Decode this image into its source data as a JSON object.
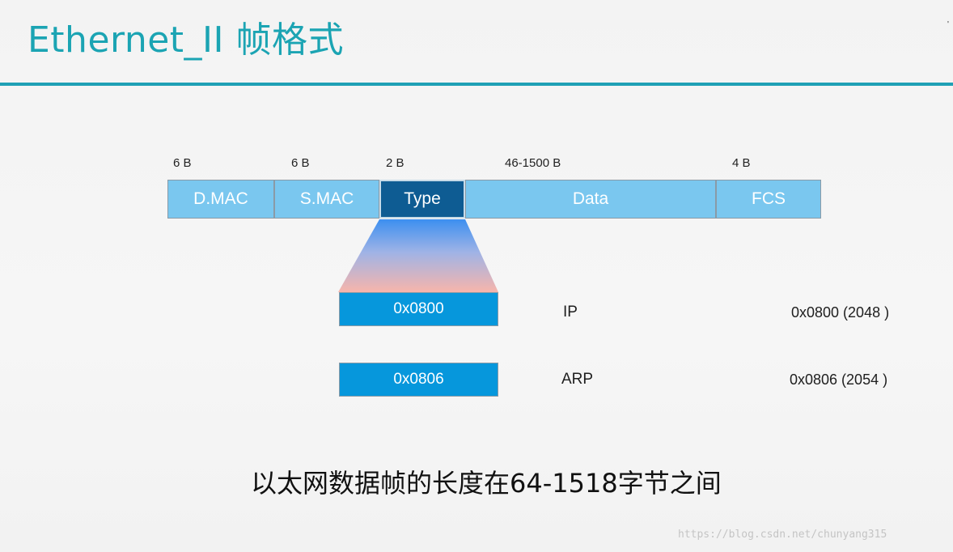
{
  "slide": {
    "title": "Ethernet_II 帧格式",
    "footer": "以太网数据帧的长度在64-1518字节之间",
    "watermark": "https://blog.csdn.net/chunyang315",
    "corner_mark": "'"
  },
  "frame": {
    "fields": [
      {
        "size": "6 B",
        "name": "D.MAC"
      },
      {
        "size": "6 B",
        "name": "S.MAC"
      },
      {
        "size": "2 B",
        "name": "Type",
        "highlighted": true
      },
      {
        "size": "46-1500 B",
        "name": "Data"
      },
      {
        "size": "4 B",
        "name": "FCS"
      }
    ]
  },
  "type_values": [
    {
      "value": "0x0800",
      "protocol": "IP",
      "code": "0x0800 (2048 )"
    },
    {
      "value": "0x0806",
      "protocol": "ARP",
      "code": "0x0806 (2054 )"
    }
  ],
  "colors": {
    "title": "#1ba4b3",
    "rule": "#1fa0b5",
    "field": "#7ac7ef",
    "type_field": "#0e5c93",
    "value_box": "#0697dc",
    "funnel_top": "#3c8ff0",
    "funnel_bottom": "#f7b5ab"
  }
}
